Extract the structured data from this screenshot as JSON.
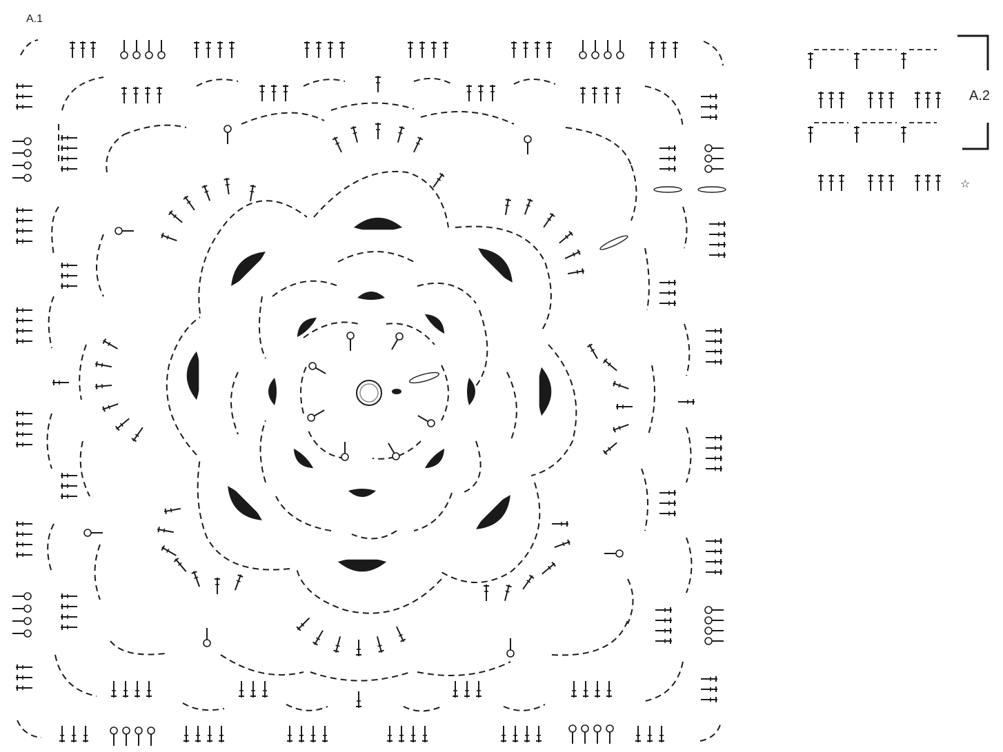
{
  "diagram_a1": {
    "label": "A.1"
  },
  "diagram_a2": {
    "label": "A.2"
  },
  "colors": {
    "ink": "#1a1a1a",
    "background": "#ffffff"
  },
  "symbols": {
    "chain_space": "dashed-arc",
    "treble": "treble-stitch-icon",
    "picot": "picot-icon",
    "puff_leaf": "filled-petal-icon",
    "start_ring": "magic-ring-icon",
    "end_marker": "star-icon"
  }
}
